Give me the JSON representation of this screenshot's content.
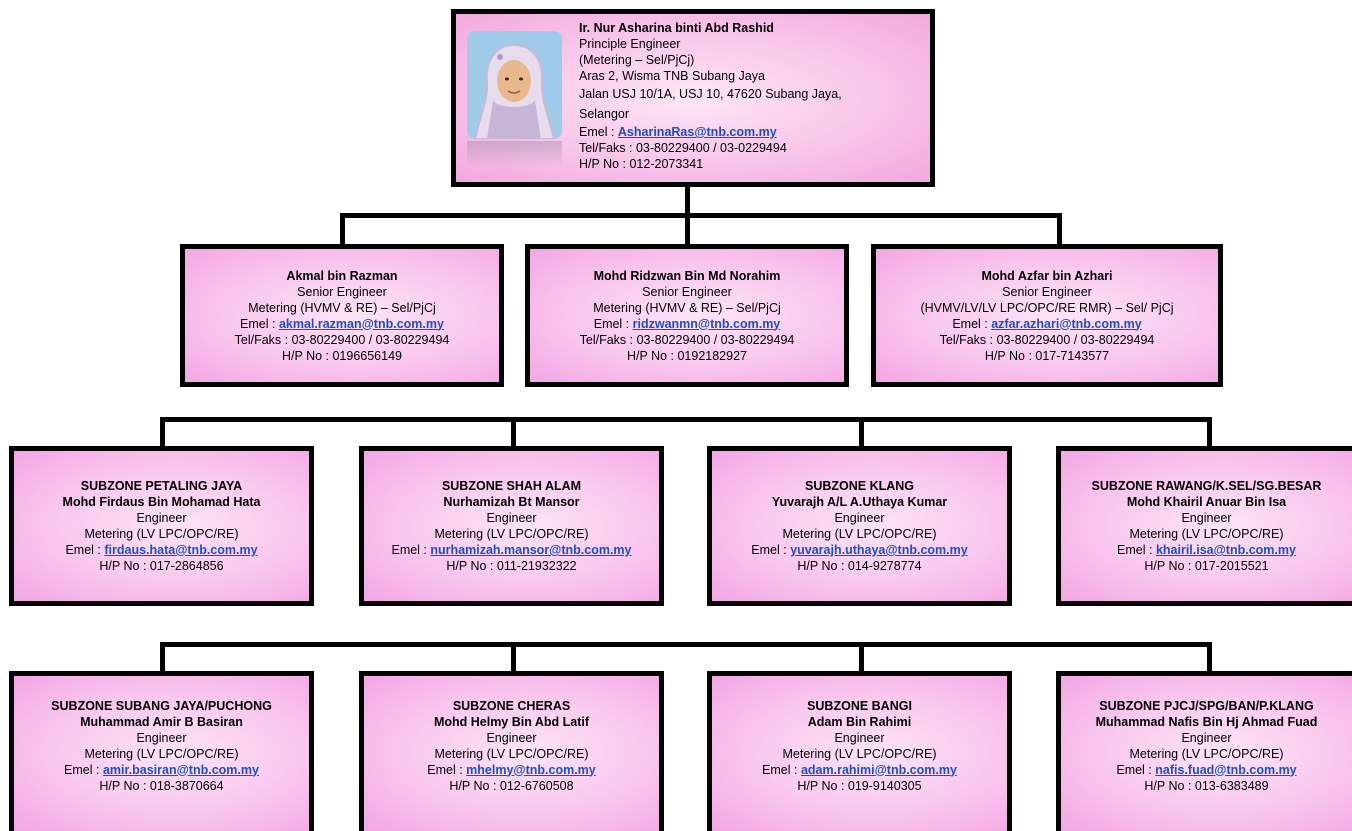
{
  "head": {
    "name": "Ir. Nur Asharina binti Abd Rashid",
    "title": "Principle Engineer",
    "unit": "(Metering – Sel/PjCj)",
    "address1": "Aras 2, Wisma TNB Subang Jaya",
    "address2": "Jalan USJ 10/1A, USJ 10, 47620 Subang Jaya, Selangor",
    "email_label": "Emel : ",
    "email": "AsharinaRas@tnb.com.my",
    "tel": "Tel/Faks : 03-80229400 / 03-0229494",
    "hp": "H/P No : 012-2073341"
  },
  "seniors": [
    {
      "name": "Akmal bin Razman",
      "title": "Senior Engineer",
      "unit": "Metering (HVMV & RE) – Sel/PjCj",
      "email_label": "Emel : ",
      "email": "akmal.razman@tnb.com.my",
      "tel": "Tel/Faks : 03-80229400 / 03-80229494",
      "hp": "H/P No : 0196656149"
    },
    {
      "name": "Mohd Ridzwan Bin Md Norahim",
      "title": "Senior Engineer",
      "unit": "Metering (HVMV & RE) – Sel/PjCj",
      "email_label": "Emel : ",
      "email": "ridzwanmn@tnb.com.my",
      "tel": "Tel/Faks : 03-80229400 / 03-80229494",
      "hp": "H/P No : 0192182927"
    },
    {
      "name": "Mohd Azfar bin Azhari",
      "title": "Senior Engineer",
      "unit": "(HVMV/LV/LV LPC/OPC/RE RMR) – Sel/ PjCj",
      "email_label": "Emel : ",
      "email": "azfar.azhari@tnb.com.my",
      "tel": "Tel/Faks : 03-80229400 / 03-80229494",
      "hp": "H/P No : 017-7143577"
    }
  ],
  "subzones_row1": [
    {
      "zone": "SUBZONE PETALING JAYA",
      "name": "Mohd Firdaus Bin Mohamad Hata",
      "title": "Engineer",
      "unit": "Metering (LV LPC/OPC/RE)",
      "email_label": "Emel : ",
      "email": "firdaus.hata@tnb.com.my",
      "hp": "H/P No : 017-2864856"
    },
    {
      "zone": "SUBZONE SHAH ALAM",
      "name": "Nurhamizah Bt Mansor",
      "title": "Engineer",
      "unit": "Metering (LV LPC/OPC/RE)",
      "email_label": "Emel : ",
      "email": "nurhamizah.mansor@tnb.com.my",
      "hp": "H/P No : 011-21932322"
    },
    {
      "zone": "SUBZONE KLANG",
      "name": "Yuvarajh A/L A.Uthaya Kumar",
      "title": "Engineer",
      "unit": "Metering (LV LPC/OPC/RE)",
      "email_label": "Emel : ",
      "email": "yuvarajh.uthaya@tnb.com.my",
      "hp": "H/P No : 014-9278774"
    },
    {
      "zone": "SUBZONE RAWANG/K.SEL/SG.BESAR",
      "name": "Mohd Khairil Anuar Bin Isa",
      "title": "Engineer",
      "unit": "Metering (LV LPC/OPC/RE)",
      "email_label": "Emel : ",
      "email": "khairil.isa@tnb.com.my",
      "hp": "H/P No : 017-2015521"
    }
  ],
  "subzones_row2": [
    {
      "zone": "SUBZONE SUBANG JAYA/PUCHONG",
      "name": "Muhammad Amir B Basiran",
      "title": "Engineer",
      "unit": "Metering (LV LPC/OPC/RE)",
      "email_label": "Emel : ",
      "email": "amir.basiran@tnb.com.my",
      "hp": "H/P No : 018-3870664"
    },
    {
      "zone": "SUBZONE CHERAS",
      "name": "Mohd Helmy Bin Abd Latif",
      "title": "Engineer",
      "unit": "Metering (LV LPC/OPC/RE)",
      "email_label": "Emel : ",
      "email": "mhelmy@tnb.com.my",
      "hp": "H/P No : 012-6760508"
    },
    {
      "zone": "SUBZONE BANGI",
      "name": "Adam Bin Rahimi",
      "title": "Engineer",
      "unit": "Metering (LV LPC/OPC/RE)",
      "email_label": "Emel : ",
      "email": "adam.rahimi@tnb.com.my",
      "hp": "H/P No : 019-9140305"
    },
    {
      "zone": "SUBZONE PJCJ/SPG/BAN/P.KLANG",
      "name": "Muhammad Nafis Bin Hj Ahmad Fuad",
      "title": "Engineer",
      "unit": "Metering (LV LPC/OPC/RE)",
      "email_label": "Emel : ",
      "email": "nafis.fuad@tnb.com.my",
      "hp": "H/P No : 013-6383489"
    }
  ],
  "colors": {
    "box_fill": "#f8c6ee",
    "border": "#000000",
    "link": "#1f4fbf"
  }
}
